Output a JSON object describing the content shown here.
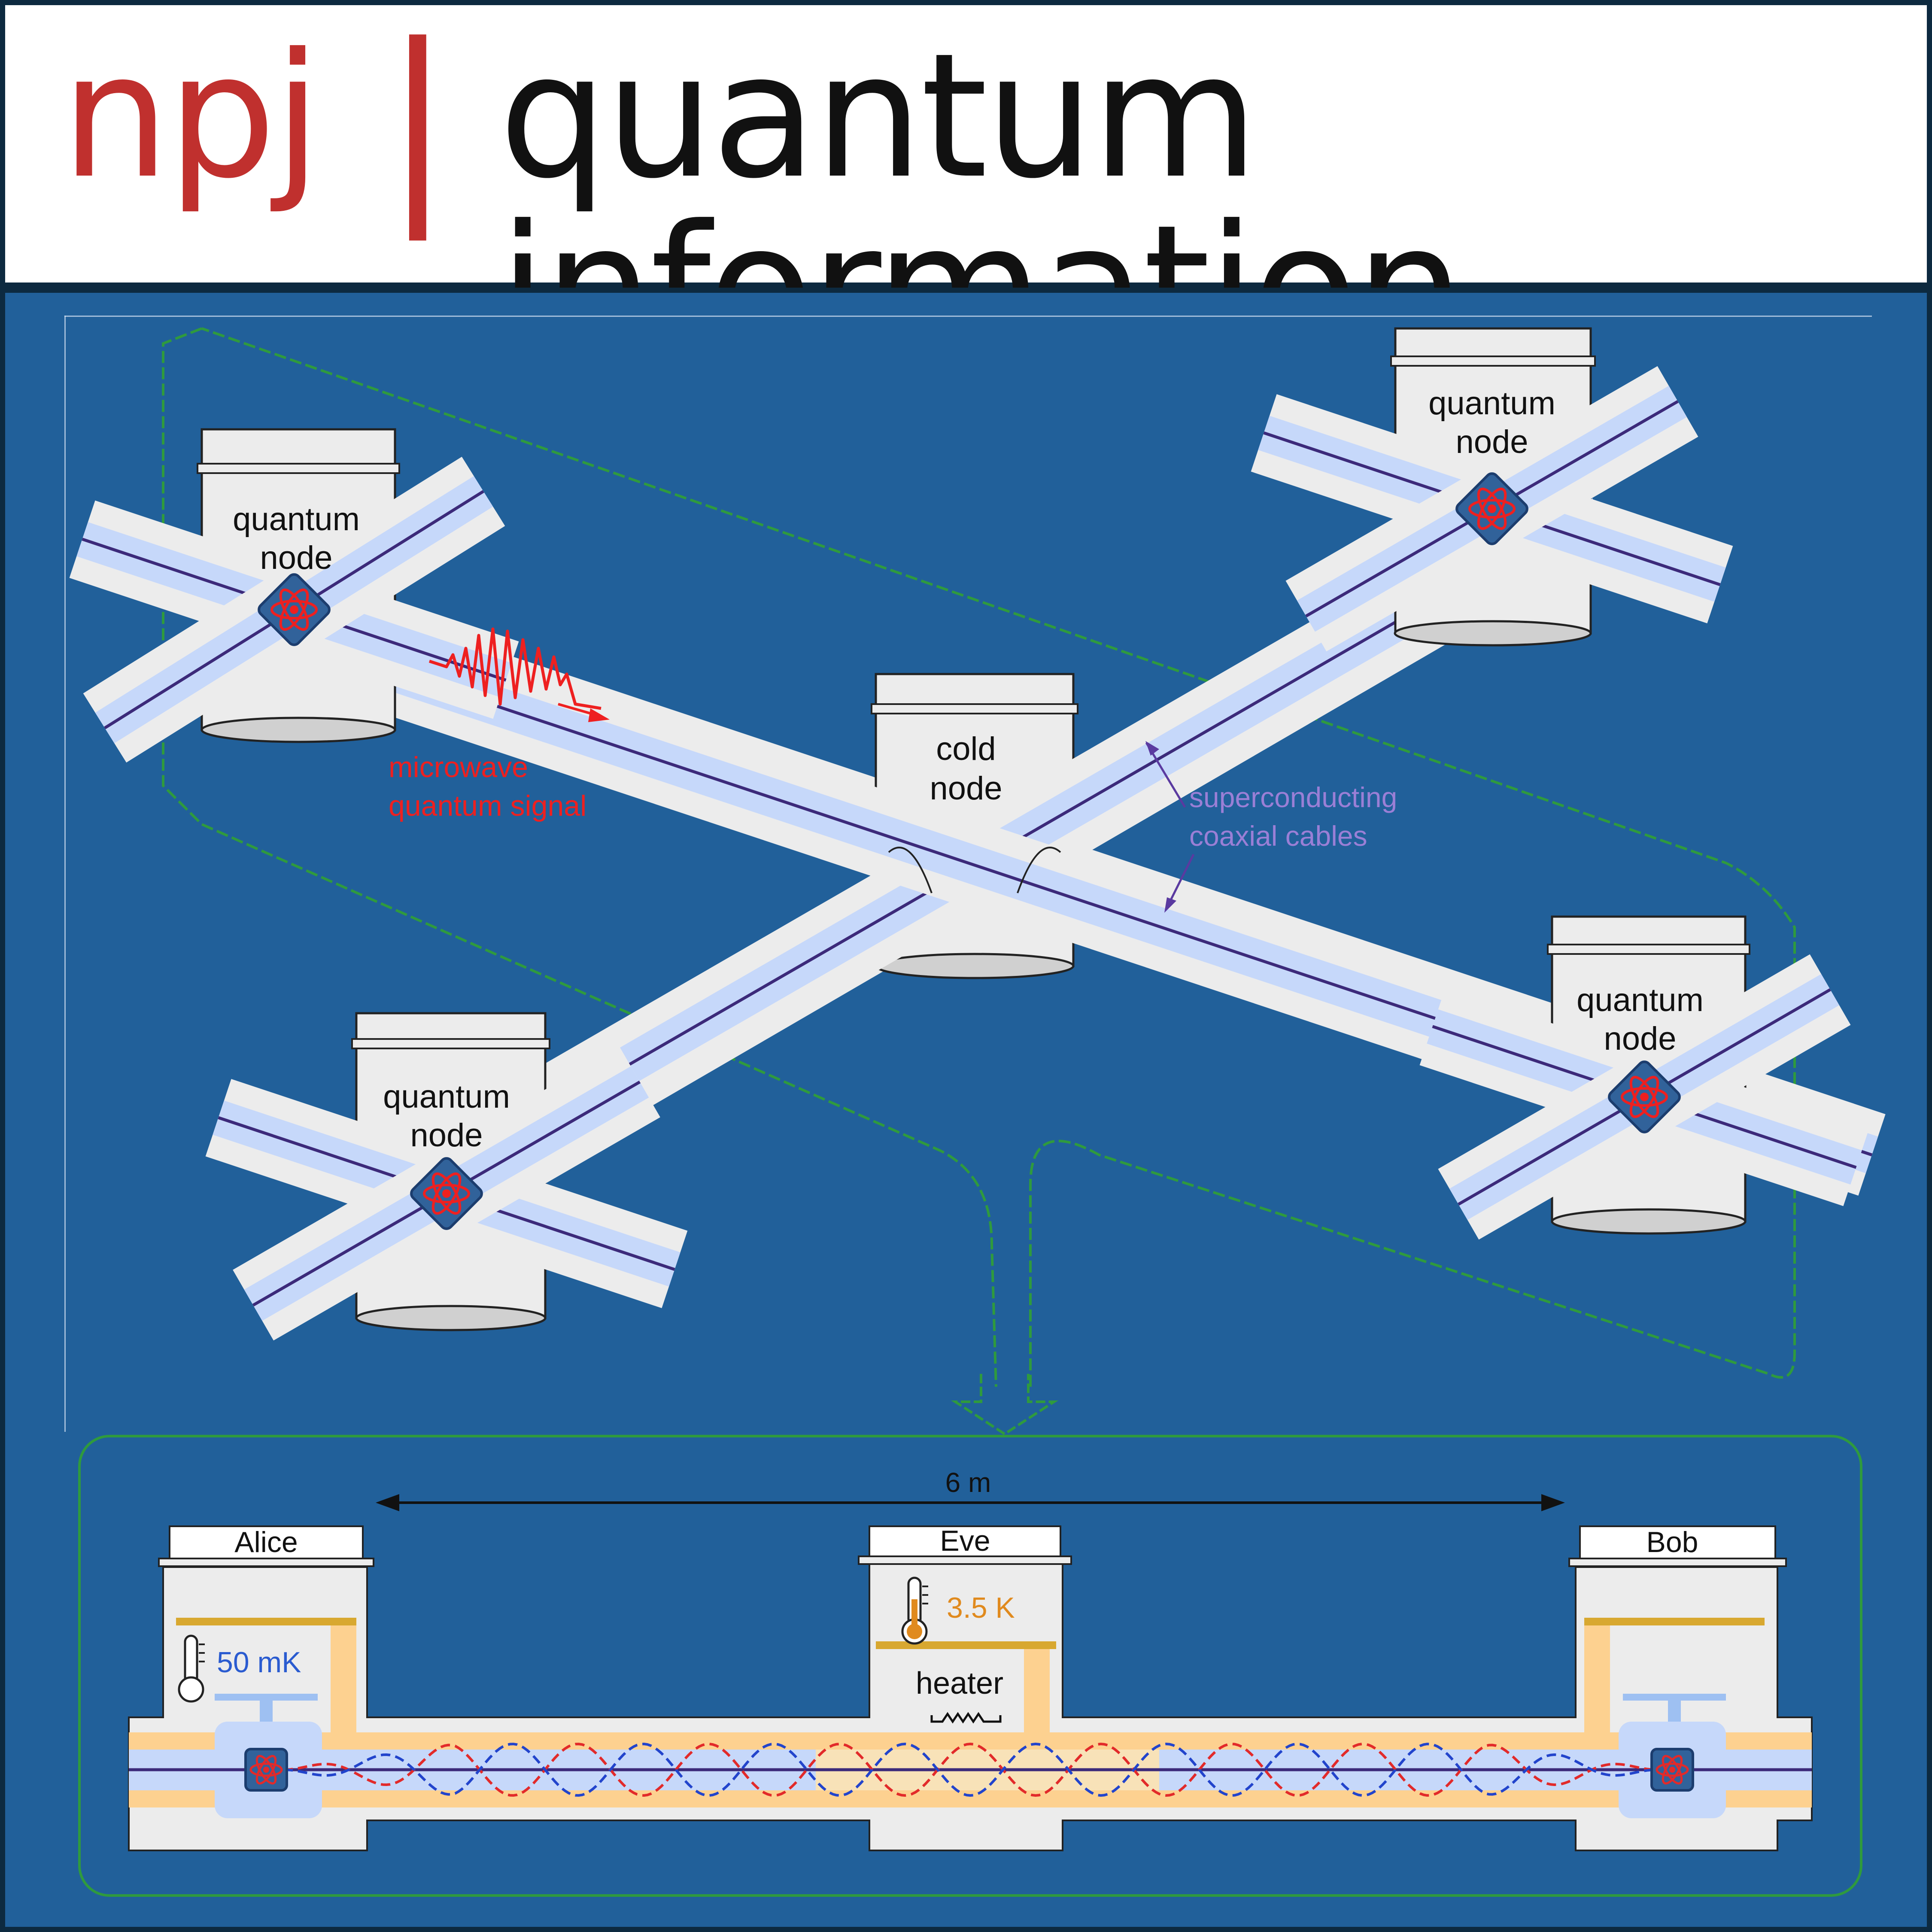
{
  "header": {
    "journal_prefix": "npj",
    "separator": "|",
    "journal_name": "quantum information"
  },
  "network": {
    "quantum_node_line1": "quantum",
    "quantum_node_line2": "node",
    "cold_node_line1": "cold",
    "cold_node_line2": "node",
    "signal_label_line1": "microwave",
    "signal_label_line2": "quantum signal",
    "cable_label_line1": "superconducting",
    "cable_label_line2": "coaxial cables"
  },
  "setup": {
    "distance": "6 m",
    "alice": "Alice",
    "eve": "Eve",
    "bob": "Bob",
    "alice_temperature": "50 mK",
    "eve_temperature": "3.5 K",
    "heater": "heater"
  },
  "colors": {
    "background": "#21609a",
    "header_bg": "#ffffff",
    "brand_red": "#c0302e",
    "cable_outer": "#ececec",
    "cable_inner": "#c6d8fa",
    "center_line": "#3c2a7a",
    "chip": "#31629a",
    "signal": "#ee2020",
    "outline_green": "#2f9a3e",
    "thermal": "#fdd190",
    "plate": "#d8a830",
    "mode_red": "#e22a2a",
    "mode_blue": "#2244cc",
    "temp_blue": "#2a5bd0",
    "temp_orange": "#e08a1e"
  }
}
